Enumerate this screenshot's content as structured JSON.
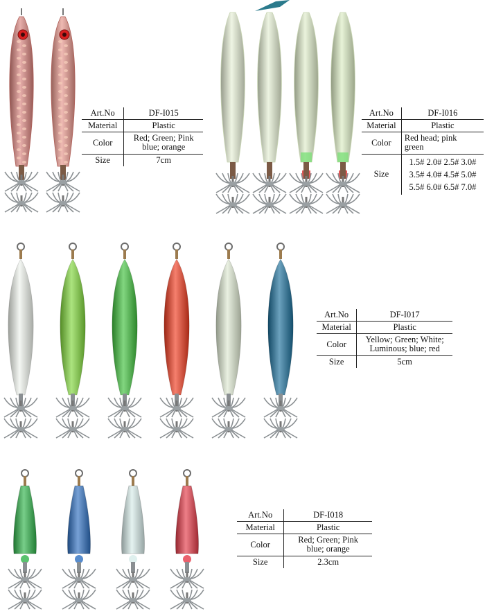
{
  "products": [
    {
      "id": "DF-I015",
      "labels": {
        "art": "Art.No",
        "material": "Material",
        "color": "Color",
        "size": "Size"
      },
      "values": {
        "art": "DF-I015",
        "material": "Plastic",
        "color_1": "Red;  Green;  Pink",
        "color_2": "blue;  orange",
        "size": "7cm"
      },
      "lure_colors": [
        "#d9827c",
        "#e6958a"
      ],
      "lure_style": "fish-with-eye"
    },
    {
      "id": "DF-I016",
      "labels": {
        "art": "Art.No",
        "material": "Material",
        "color": "Color",
        "size": "Size"
      },
      "values": {
        "art": "DF-I016",
        "material": "Plastic",
        "color_1": "Red head; pink",
        "color_2": "green",
        "size_1": "1.5# 2.0# 2.5# 3.0#",
        "size_2": "3.5#  4.0# 4.5#  5.0#",
        "size_3": "5.5#  6.0# 6.5# 7.0#"
      },
      "lure_colors": [
        "#e6efd6",
        "#e4eed2",
        "#dfecc9",
        "#dcecc3"
      ],
      "lure_style": "tapered"
    },
    {
      "id": "DF-I017",
      "labels": {
        "art": "Art.No",
        "material": "Material",
        "color": "Color",
        "size": "Size"
      },
      "values": {
        "art": "DF-I017",
        "material": "Plastic",
        "color_1": "Yellow; Green; White;",
        "color_2": "Luminous; blue;  red",
        "size": "5cm"
      },
      "lure_colors": [
        "#eef3ec",
        "#7fd63a",
        "#3fc03c",
        "#ef3a1e",
        "#dde8d1",
        "#1b6f9a"
      ],
      "lure_style": "spindle-with-swivel"
    },
    {
      "id": "DF-I018",
      "labels": {
        "art": "Art.No",
        "material": "Material",
        "color": "Color",
        "size": "Size"
      },
      "values": {
        "art": "DF-I018",
        "material": "Plastic",
        "color_1": "Red;  Green;  Pink",
        "color_2": "blue;  orange",
        "size": "2.3cm"
      },
      "lure_colors": [
        "#2fb34a",
        "#2d6fc0",
        "#d7ecea",
        "#e53a48"
      ],
      "lure_style": "bullet-with-swivel"
    }
  ],
  "accent": {
    "arrow": "#2a7a8c",
    "frame": "#dde3e3"
  }
}
